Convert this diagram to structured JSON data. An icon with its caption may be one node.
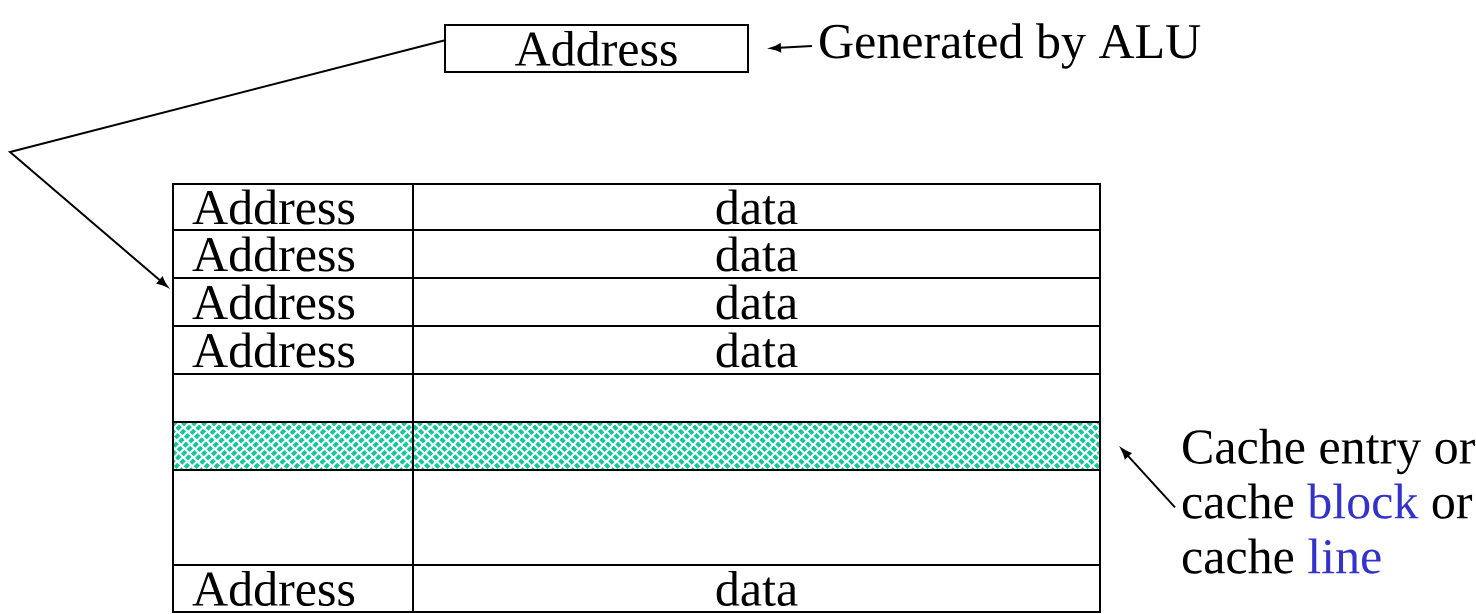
{
  "diagram": {
    "nodes": [
      {
        "text": [
          "Address"
        ]
      },
      {
        "text": [
          "Generated by ALU"
        ]
      },
      {
        "text": [
          "Address",
          "data"
        ]
      },
      {
        "text": [
          "Address",
          "data"
        ]
      },
      {
        "text": [
          "Address",
          "data"
        ]
      },
      {
        "text": [
          "Address",
          "data"
        ]
      },
      {
        "text": [],
        "shape": "box"
      },
      {
        "text": [],
        "shape": "bar"
      },
      {
        "text": [],
        "shape": "box"
      },
      {
        "text": [
          "Address",
          "data"
        ]
      },
      {
        "text": [
          "Cache entry or",
          "cache",
          "block",
          "or",
          "cache",
          "line"
        ]
      }
    ],
    "edges": [
      {
        "from": 0,
        "to": 4,
        "arrow": "to"
      },
      {
        "from": 1,
        "to": 0,
        "arrow": "to"
      },
      {
        "from": 10,
        "to": 7,
        "arrow": "to"
      }
    ]
  }
}
